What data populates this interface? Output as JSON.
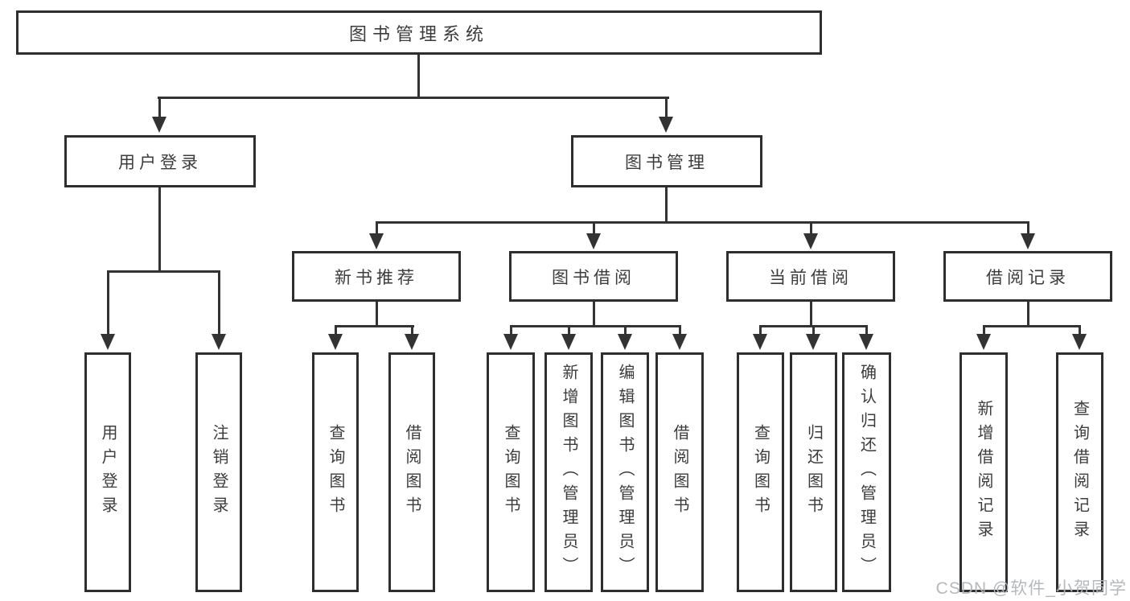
{
  "tree": {
    "root": "图书管理系统",
    "children": [
      {
        "label": "用户登录",
        "children": [
          "用户登录",
          "注销登录"
        ]
      },
      {
        "label": "图书管理",
        "children": [
          {
            "label": "新书推荐",
            "children": [
              "查询图书",
              "借阅图书"
            ]
          },
          {
            "label": "图书借阅",
            "children": [
              "查询图书",
              "新增图书（管理员）",
              "编辑图书（管理员）",
              "借阅图书"
            ]
          },
          {
            "label": "当前借阅",
            "children": [
              "查询图书",
              "归还图书",
              "确认归还（管理员）"
            ]
          },
          {
            "label": "借阅记录",
            "children": [
              "新增借阅记录",
              "查询借阅记录"
            ]
          }
        ]
      }
    ]
  },
  "watermark": {
    "text": "CSDN @软件_小贺同学"
  },
  "colors": {
    "line": "#333333",
    "box_border": "#2e2e2e",
    "text": "#3c3c3c",
    "background": "#ffffff",
    "watermark": "#b2b6ba"
  }
}
